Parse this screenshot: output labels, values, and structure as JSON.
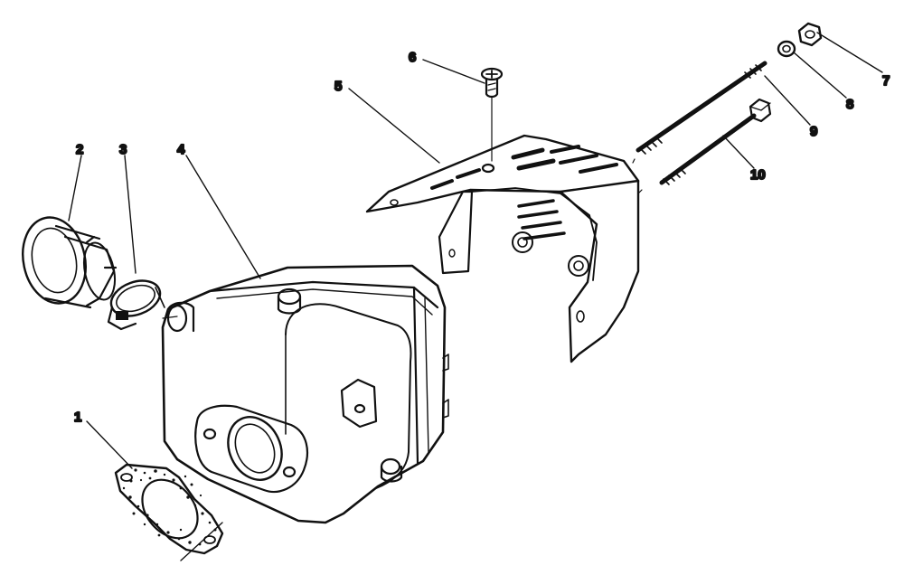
{
  "callouts": [
    {
      "id": "1",
      "label": "1"
    },
    {
      "id": "2",
      "label": "2"
    },
    {
      "id": "3",
      "label": "3"
    },
    {
      "id": "4",
      "label": "4"
    },
    {
      "id": "5",
      "label": "5"
    },
    {
      "id": "6",
      "label": "6"
    },
    {
      "id": "7",
      "label": "7"
    },
    {
      "id": "8",
      "label": "8"
    },
    {
      "id": "9",
      "label": "9"
    },
    {
      "id": "10",
      "label": "10"
    }
  ],
  "colors": {
    "ink": "#111111",
    "paper": "#ffffff"
  }
}
